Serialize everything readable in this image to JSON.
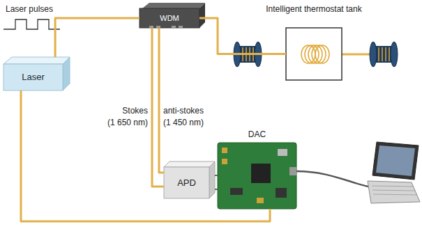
{
  "diagram": {
    "nodes": [
      {
        "text": [
          "Laser"
        ]
      },
      {
        "text": [
          "WDM"
        ]
      },
      {
        "text": [
          "Intelligent thermostat tank"
        ]
      },
      {
        "text": [
          "APD"
        ]
      },
      {
        "text": [
          "DAC"
        ]
      }
    ],
    "edges": [
      {
        "from": 0,
        "to": 1,
        "arrow": "none"
      },
      {
        "from": 1,
        "to": 2,
        "arrow": "none"
      },
      {
        "from": 1,
        "to": 3,
        "arrow": "none"
      },
      {
        "from": 1,
        "to": 3,
        "arrow": "none"
      },
      {
        "from": 3,
        "to": 4,
        "arrow": "none"
      },
      {
        "from": 3,
        "to": 4,
        "arrow": "none"
      },
      {
        "from": 0,
        "to": 4,
        "arrow": "none"
      }
    ],
    "labels": [
      "Laser pulses",
      "Stokes",
      "(1 650 nm)",
      "anti-stokes",
      "(1 450 nm)"
    ]
  }
}
